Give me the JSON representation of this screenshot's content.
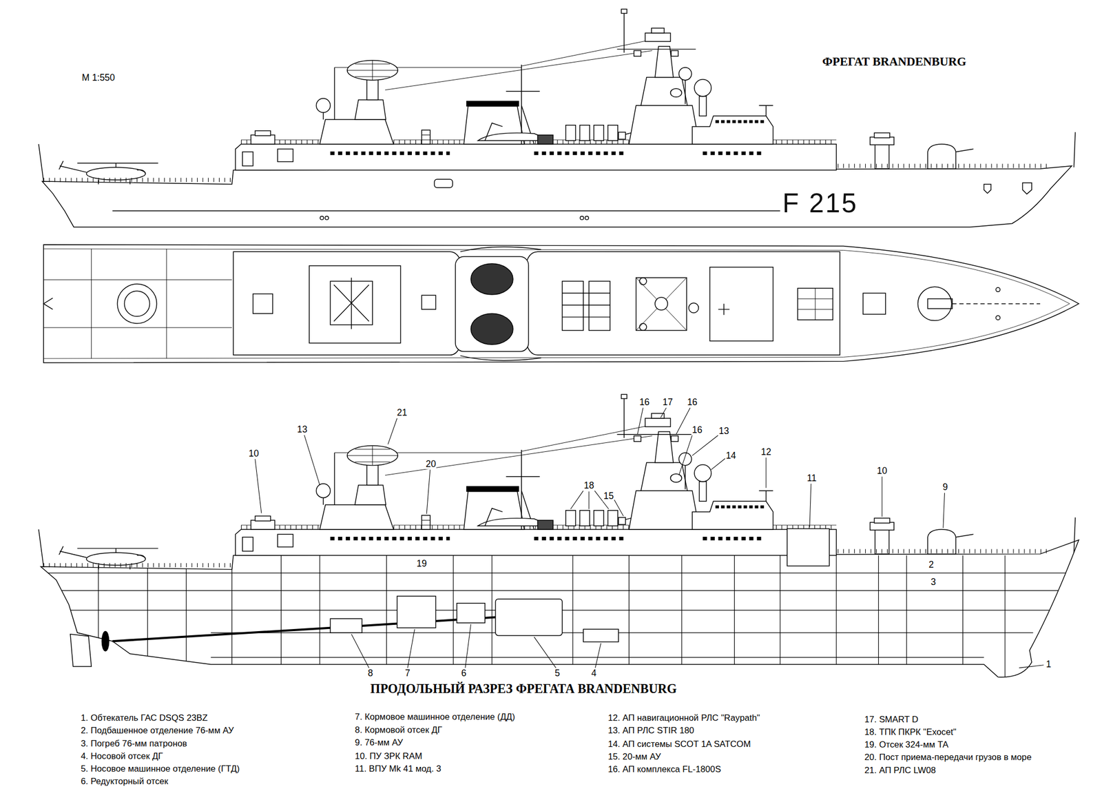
{
  "diagram": {
    "title": "ФРЕГАТ BRANDENBURG",
    "caption": "ПРОДОЛЬНЫЙ РАЗРЕЗ ФРЕГАТА BRANDENBURG",
    "labels": [
      "М 1:550",
      "F 215",
      "16",
      "17",
      "16",
      "21",
      "16",
      "13",
      "13",
      "10",
      "14",
      "12",
      "20",
      "11",
      "10",
      "9",
      "18",
      "15",
      "19",
      "2",
      "3",
      "1",
      "8",
      "7",
      "6",
      "5",
      "4",
      "1. Обтекатель ГАС DSQS 23BZ",
      "2. Подбашенное отделение 76-мм АУ",
      "3. Погреб 76-мм патронов",
      "4. Носовой отсек ДГ",
      "5. Носовое машинное отделение (ГТД)",
      "6. Редукторный отсек",
      "7. Кормовое машинное отделение (ДД)",
      "8. Кормовой отсек ДГ",
      "9. 76-мм АУ",
      "10. ПУ ЗРК RAM",
      "11. ВПУ Mk 41 мод. 3",
      "12. АП навигационной РЛС \"Raypath\"",
      "13. АП РЛС STIR 180",
      "14. АП системы SCOT 1A SATCOM",
      "15. 20-мм АУ",
      "16. АП комплекса FL-1800S",
      "17. SMART D",
      "18. ТПК ПКРК \"Exocet\"",
      "19. Отсек 324-мм ТА",
      "20. Пост приема-передачи грузов в море",
      "21. АП РЛС LW08"
    ]
  }
}
